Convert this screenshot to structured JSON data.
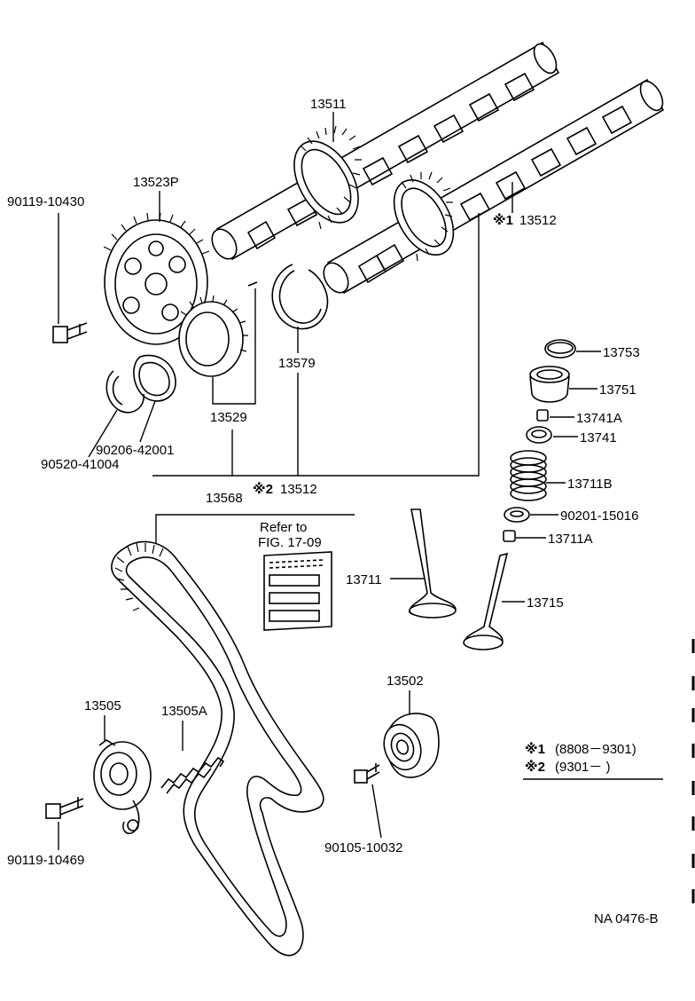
{
  "labels": {
    "camshaft_exhaust": "13511",
    "camshaft_intake_note": "※1",
    "camshaft_intake": "13512",
    "pulley": "13523P",
    "bolt_pulley": "90119-10430",
    "pin": "13529",
    "snap_ring": "13579",
    "washer": "90206-42001",
    "ring": "90520-41004",
    "camshaft_alt_note": "※2",
    "camshaft_alt": "13512",
    "belt": "13568",
    "refer_line1": "Refer to",
    "refer_line2": "FIG. 17-09",
    "shim": "13753",
    "lifter": "13751",
    "keeper": "13741A",
    "retainer": "13741",
    "spring": "13711B",
    "seal": "90201-15016",
    "seat": "13711A",
    "valve_intake": "13711",
    "valve_exhaust": "13715",
    "idler": "13502",
    "tensioner": "13505",
    "tension_spring": "13505A",
    "bolt_tensioner": "90119-10469",
    "bolt_idler": "90105-10032",
    "diagram_code": "NA 0476-B"
  },
  "legend": {
    "row1_mark": "※1",
    "row1_range": "(8808－9301)",
    "row2_mark": "※2",
    "row2_range": "(9301－      )"
  }
}
